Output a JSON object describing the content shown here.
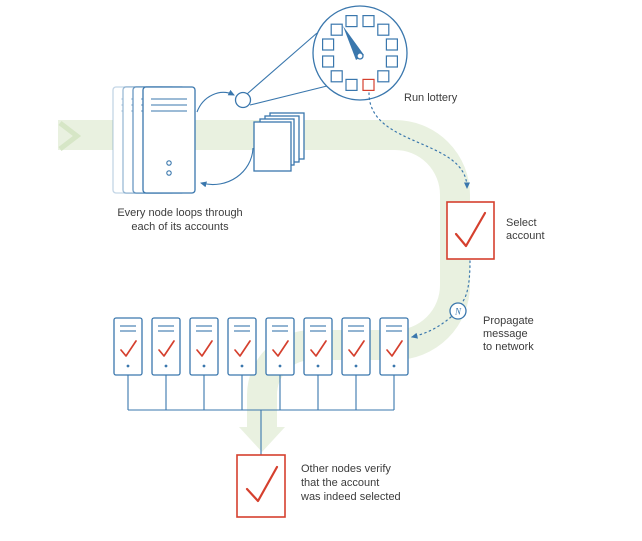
{
  "colors": {
    "blue": "#3a77ad",
    "red": "#d5402e",
    "band": "#e9f1e0",
    "band_accent": "#d6e6c6",
    "text": "#3c3c3c"
  },
  "labels": {
    "run_lottery": "Run lottery",
    "select_account": [
      "Select",
      "account"
    ],
    "propagate": [
      "Propagate",
      "message",
      "to network"
    ],
    "node_loop": [
      "Every node loops through",
      "each of its accounts"
    ],
    "verify": [
      "Other nodes verify",
      "that the account",
      "was indeed selected"
    ],
    "network_badge": "N"
  },
  "diagram": {
    "lottery_slot_count": 12,
    "verifier_node_count": 8
  }
}
